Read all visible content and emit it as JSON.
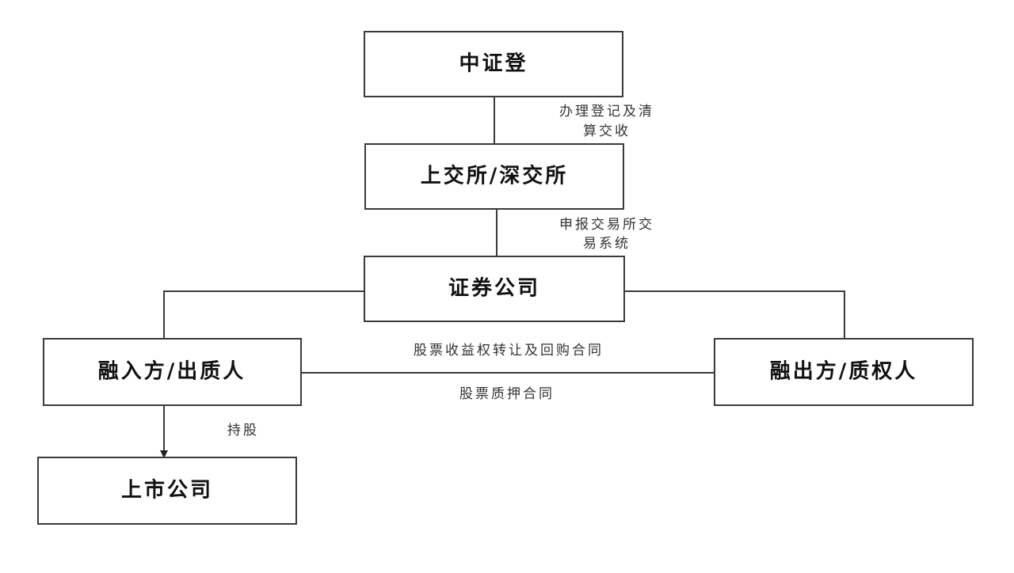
{
  "nodes": {
    "csdc": "中证登",
    "exchange": "上交所/深交所",
    "broker": "证券公司",
    "borrower": "融入方/出质人",
    "lender": "融出方/质权人",
    "listed_company": "上市公司"
  },
  "edges": {
    "csdc_exchange_line1": "办理登记及清",
    "csdc_exchange_line2": "算交收",
    "exchange_broker_line1": "申报交易所交",
    "exchange_broker_line2": "易系统",
    "contract_top": "股票收益权转让及回购合同",
    "contract_bottom": "股票质押合同",
    "holding": "持股"
  }
}
